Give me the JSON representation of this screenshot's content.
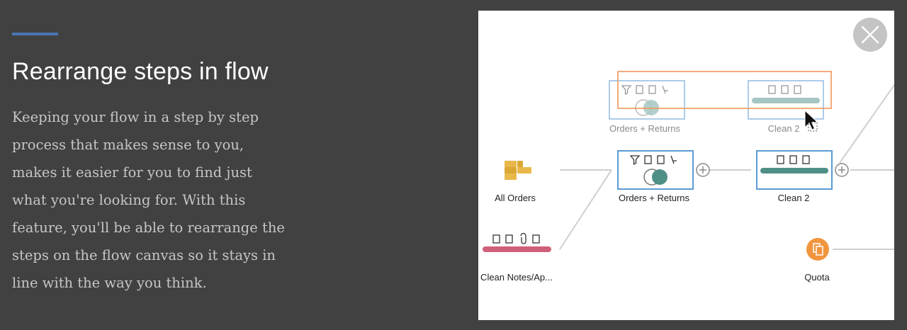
{
  "panel": {
    "title": "Rearrange steps in flow",
    "description": "Keeping your flow in a step by step process that makes sense to you, makes it easier for you to find just what you're looking for. With this feature, you'll be able to rearrange the steps on the flow canvas so it stays in line with the way you think."
  },
  "flow": {
    "steps": {
      "all_orders": "All Orders",
      "orders_returns": "Orders + Returns",
      "clean_2": "Clean 2",
      "clean_notes": "Clean Notes/Ap...",
      "quota": "Quota"
    },
    "ghost": {
      "orders_returns": "Orders + Returns",
      "clean_2": "Clean 2"
    }
  },
  "colors": {
    "accent": "#4a77b3",
    "step_border": "#5b9bd5",
    "selection": "#f0965a",
    "clean_bar": "#4e8f86",
    "input_bar": "#d0607a",
    "input_icon": "#e8b84a",
    "output_icon": "#f0953e"
  },
  "icons": {
    "close": "close-icon",
    "input": "stacked-bricks-icon",
    "output": "output-file-icon",
    "join": "join-venn-icon",
    "add": "plus-circle-icon",
    "cursor": "mouse-pointer-icon"
  }
}
